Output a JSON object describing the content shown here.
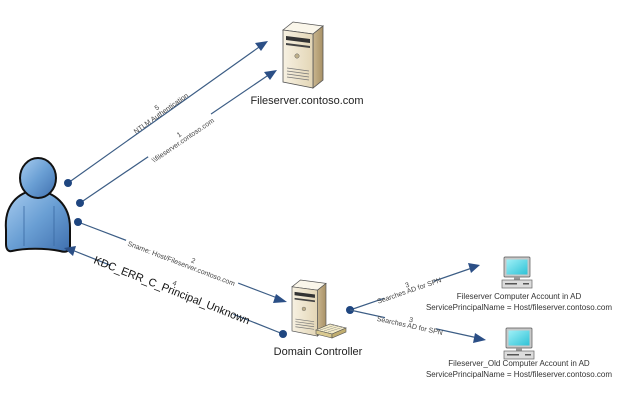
{
  "nodes": {
    "client": {
      "icon": "user-icon"
    },
    "fileserver": {
      "icon": "server-icon",
      "label": "Fileserver.contoso.com"
    },
    "domain_controller": {
      "icon": "domain-controller-icon",
      "label": "Domain Controller"
    },
    "fileserver_account": {
      "icon": "computer-icon",
      "label": "Fileserver Computer Account in AD",
      "sublabel": "ServicePrincipalName = Host/fileserver.contoso.com"
    },
    "fileserver_old_account": {
      "icon": "computer-icon",
      "label": "Fileserver_Old Computer Account in AD",
      "sublabel": "ServicePrincipalName = Host/fileserver.contoso.com"
    }
  },
  "edges": [
    {
      "id": "e5",
      "from": "client",
      "to": "fileserver",
      "step": "5",
      "label": "NTLM Authentication"
    },
    {
      "id": "e1",
      "from": "client",
      "to": "fileserver",
      "step": "1",
      "label": "\\\\fileserver.contoso.com"
    },
    {
      "id": "e2",
      "from": "client",
      "to": "domain_controller",
      "step": "2",
      "label": "Sname: Host/Fileserver.contoso.com"
    },
    {
      "id": "e4",
      "from": "domain_controller",
      "to": "client",
      "step": "4",
      "label": "KDC_ERR_C_Principal_Unknown"
    },
    {
      "id": "e3a",
      "from": "domain_controller",
      "to": "fileserver_account",
      "step": "3",
      "label": "Searches AD for SPN"
    },
    {
      "id": "e3b",
      "from": "domain_controller",
      "to": "fileserver_old_account",
      "step": "3",
      "label": "Searches AD for SPN"
    }
  ],
  "colors": {
    "connector": "#3c5d85",
    "arrow": "#2b4f86",
    "user_fill": "#6a9fd4",
    "server_fill": "#efe6cf",
    "screen": "#4fd6e6"
  }
}
